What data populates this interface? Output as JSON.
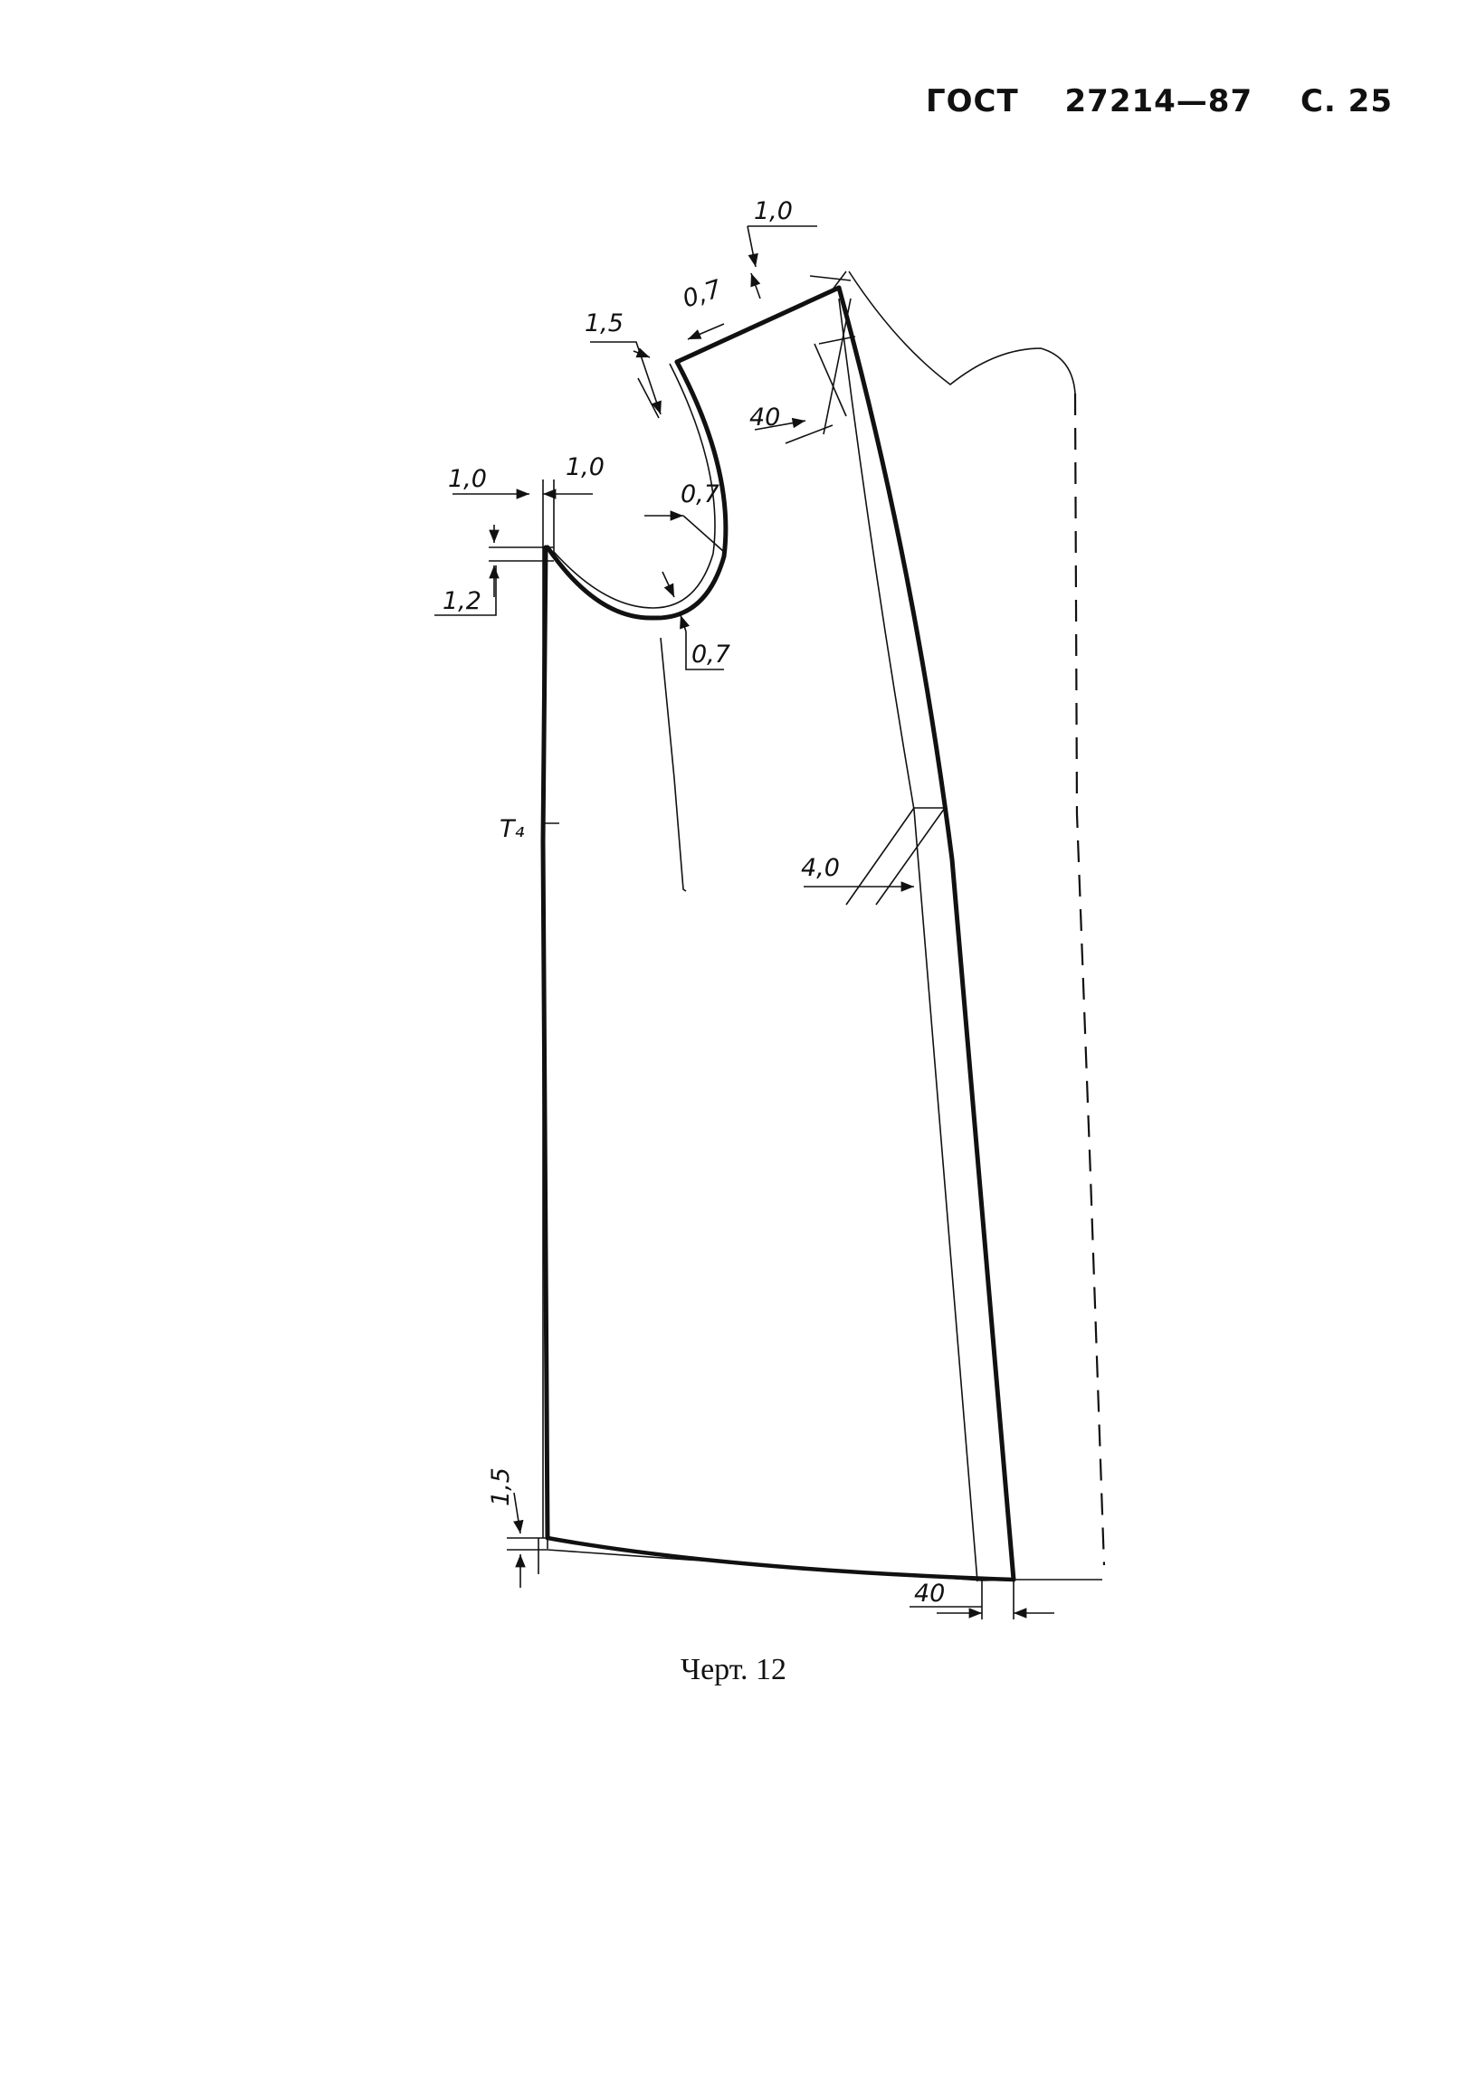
{
  "header": {
    "standard": "ГОСТ",
    "number": "27214—87",
    "page": "С. 25"
  },
  "drawing": {
    "labels": {
      "shoulder_top_dim": "1,0",
      "shoulder_seam_dim": "0,7",
      "armhole_top_dim": "1,5",
      "side_upper_dim": "40",
      "neck_left_h": "1,0",
      "neck_right_h": "1,0",
      "neck_v_lower": "1,2",
      "armhole_mid_dim": "0,7",
      "armhole_bottom_dim": "0,7",
      "control_point": "Т₄",
      "side_mid_dim": "4,0",
      "hem_left_dim": "1,5",
      "hem_right_dim": "40"
    }
  },
  "caption": "Черт. 12"
}
